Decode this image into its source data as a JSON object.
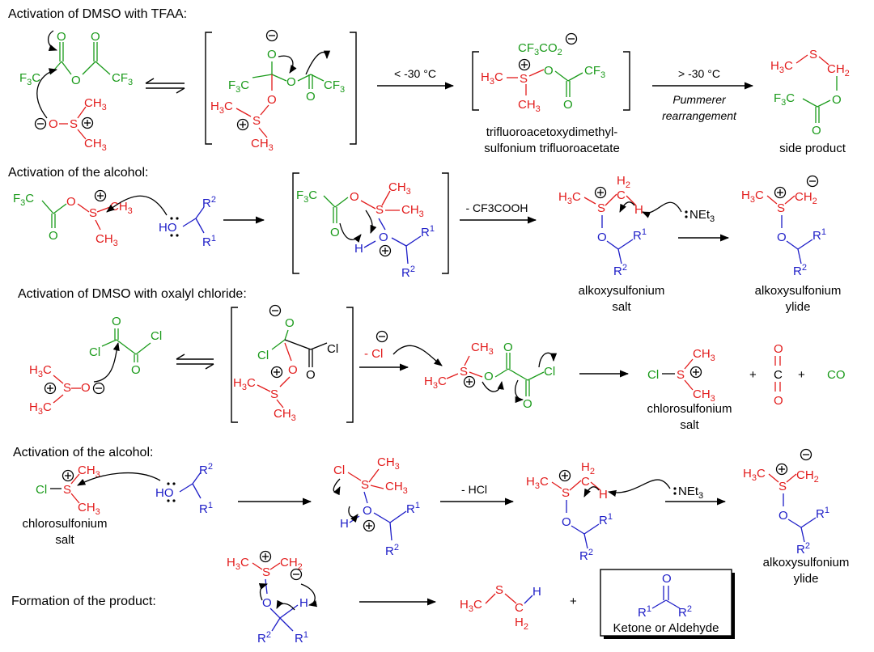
{
  "sections": {
    "s1": "Activation of DMSO with TFAA:",
    "s2": "Activation of the alcohol:",
    "s3": "Activation of DMSO with oxalyl chloride:",
    "s4": "Activation of the alcohol:",
    "s5": "Formation of the product:"
  },
  "conditions": {
    "c1": "< -30 °C",
    "c2": "> -30 °C",
    "c2_note1": "Pummerer",
    "c2_note2": "rearrangement",
    "c3": "- CF3COOH",
    "c4": "- HCl"
  },
  "captions": {
    "tfa_salt_1": "trifluoroacetoxydimethyl-",
    "tfa_salt_2": "sulfonium trifluoroacetate",
    "side_product": "side product",
    "alkoxy_salt_1": "alkoxysulfonium",
    "alkoxy_salt_2": "salt",
    "alkoxy_ylide_1": "alkoxysulfonium",
    "alkoxy_ylide_2": "ylide",
    "chloro_salt_1": "chlorosulfonium",
    "chloro_salt_2": "salt",
    "chloro_salt2_1": "chlorosulfonium",
    "chloro_salt2_2": "salt",
    "alkoxy_ylide2_1": "alkoxysulfonium",
    "alkoxy_ylide2_2": "ylide",
    "ketone": "Ketone or Aldehyde"
  },
  "colors": {
    "sulfur_fragment": "#e21b1b",
    "acyl_fragment": "#1a9a1a",
    "alcohol_fragment": "#1d1dc7",
    "arrows": "#000000"
  }
}
